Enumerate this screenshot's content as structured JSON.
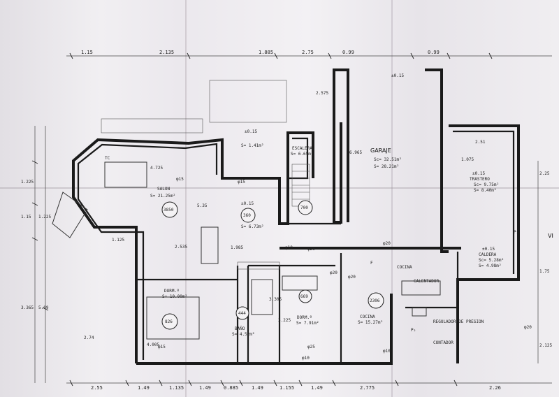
{
  "dims_top": [
    "1.15",
    "2.135",
    "1.885",
    "2.75",
    "0.99",
    "0.99"
  ],
  "dims_bottom": [
    "2.55",
    "1.49",
    "1.135",
    "1.49",
    "0.885",
    "1.49",
    "1.155",
    "1.49",
    "2.775",
    "2.26"
  ],
  "dims_left": [
    "1.225",
    "1.15",
    "1.225",
    "3.365",
    "5.09",
    "2.74"
  ],
  "dims_right": [
    "2.25",
    "1.75",
    "2.125"
  ],
  "rooms": {
    "salon": {
      "name": "SALON",
      "area": "S= 21.25m²",
      "circle": "3850"
    },
    "hall": {
      "circle": "360",
      "area": "S= 6.73m²",
      "level": "±0.15"
    },
    "escalera": {
      "name": "ESCALERA",
      "area": "S= 6.65m²",
      "circle": "700"
    },
    "garaje": {
      "name": "GARAJE",
      "area1": "Sc= 32.51m²",
      "area2": "S= 28.21m²"
    },
    "trastero": {
      "name": "TRASTERO",
      "area1": "Sc= 9.75m²",
      "area2": "S= 8.40m²",
      "level": "±0.15"
    },
    "caldera": {
      "name": "CALDERA",
      "area1": "Sc= 5.28m²",
      "area2": "S= 4.98m²",
      "level": "±0.15"
    },
    "dorm1": {
      "name": "DORM.º",
      "area": "S= 10.00m²",
      "circle": "826"
    },
    "bano": {
      "name": "BAÑO",
      "area": "S= 4.52m²",
      "circle": "444"
    },
    "dorm2": {
      "name": "DORM.º",
      "area": "S= 7.91m²",
      "circle": "669"
    },
    "cocina": {
      "name": "COCINA",
      "area": "S= 15.27m²",
      "circle": "2306"
    },
    "terraza": {
      "area": "S= 1.41m²",
      "level": "±0.15"
    }
  },
  "labels": {
    "regulador": "REGULADOR DE PRESION",
    "contador": "CONTADOR",
    "calentador": "CALENTADOR",
    "cocina_small": "COCINA",
    "vial": "VI",
    "tc": "TC",
    "f": "F",
    "p": "P₁",
    "p2": "P₂"
  },
  "pipes": [
    "φ20",
    "φ20",
    "φ20",
    "φ10",
    "φ10",
    "φ10",
    "φ15",
    "φ15",
    "φ20",
    "φ25",
    "φ15",
    "φ20"
  ],
  "misc": {
    "w2535": "2.535",
    "w535": "5.35",
    "w1985": "1.985",
    "w3305": "3.305",
    "w2575": "2.575",
    "w6965": "6.965",
    "w1125": "1.125",
    "w3225": "3.225",
    "w251": "2.51",
    "w1075": "1.075",
    "lvl_top": "±0.15",
    "w4725": "4.725",
    "w4005": "4.005"
  }
}
